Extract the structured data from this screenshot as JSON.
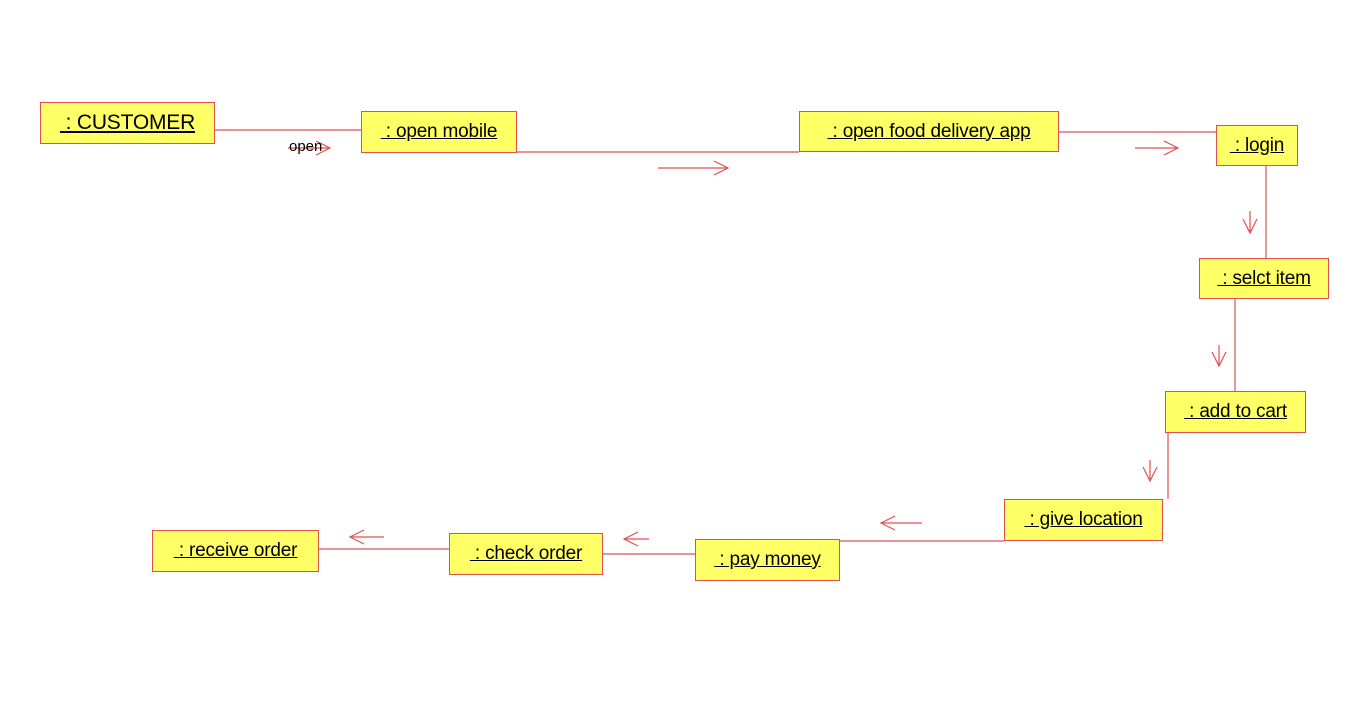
{
  "diagram": {
    "line_color": "#e05050",
    "node_fill": "#ffff66",
    "nodes": [
      {
        "id": "customer",
        "label": " : CUSTOMER"
      },
      {
        "id": "open-mobile",
        "label": " : open mobile"
      },
      {
        "id": "open-app",
        "label": " : open food delivery app"
      },
      {
        "id": "login",
        "label": " : login"
      },
      {
        "id": "select-item",
        "label": " : selct item"
      },
      {
        "id": "add-to-cart",
        "label": " : add to cart"
      },
      {
        "id": "give-location",
        "label": " : give location"
      },
      {
        "id": "pay-money",
        "label": " : pay money"
      },
      {
        "id": "check-order",
        "label": " : check order"
      },
      {
        "id": "receive-order",
        "label": " : receive order"
      }
    ],
    "messages": [
      {
        "from": "customer",
        "to": "open-mobile",
        "label": "open"
      }
    ]
  }
}
